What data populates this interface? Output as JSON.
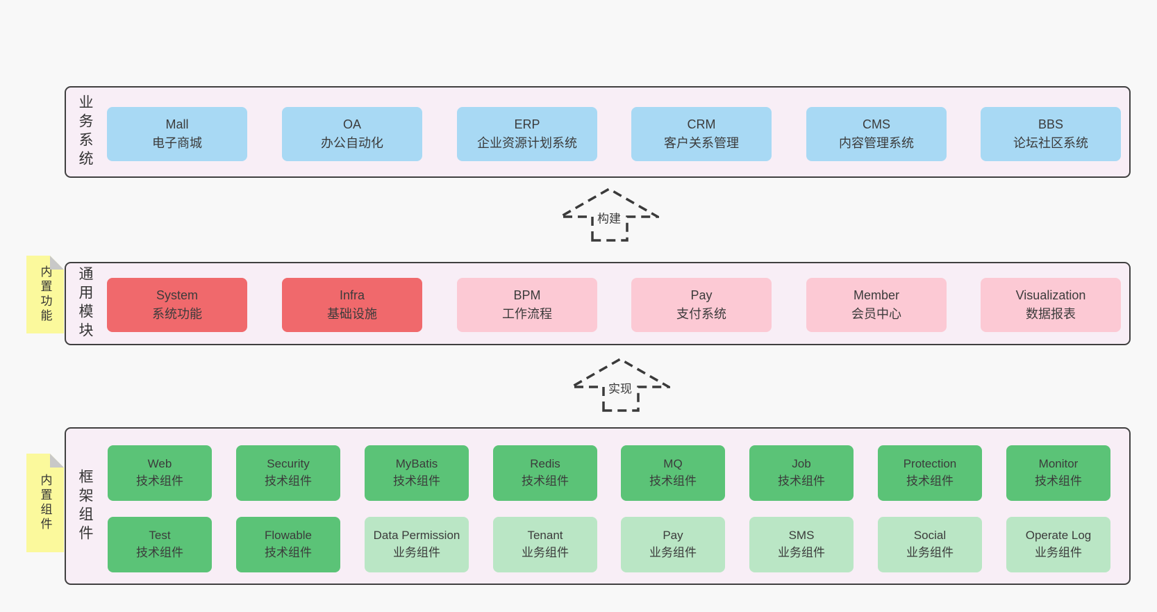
{
  "palette": {
    "page_bg": "#f8f8f8",
    "panel_bg": "#f8eef6",
    "panel_border": "#404040",
    "blue": "#a8d9f4",
    "red": "#f0696c",
    "pink": "#fcc9d4",
    "green": "#5bc377",
    "light_green": "#bae6c5",
    "note_yellow": "#fbf99c",
    "note_fold": "#c8c8c8",
    "text": "#3b3b3b"
  },
  "layers": {
    "business": {
      "label": "业务系统",
      "boxes": [
        {
          "title": "Mall",
          "subtitle": "电子商城"
        },
        {
          "title": "OA",
          "subtitle": "办公自动化"
        },
        {
          "title": "ERP",
          "subtitle": "企业资源计划系统"
        },
        {
          "title": "CRM",
          "subtitle": "客户关系管理"
        },
        {
          "title": "CMS",
          "subtitle": "内容管理系统"
        },
        {
          "title": "BBS",
          "subtitle": "论坛社区系统"
        }
      ]
    },
    "modules": {
      "label": "通用模块",
      "note": "内置功能",
      "boxes": [
        {
          "title": "System",
          "subtitle": "系统功能"
        },
        {
          "title": "Infra",
          "subtitle": "基础设施"
        },
        {
          "title": "BPM",
          "subtitle": "工作流程"
        },
        {
          "title": "Pay",
          "subtitle": "支付系统"
        },
        {
          "title": "Member",
          "subtitle": "会员中心"
        },
        {
          "title": "Visualization",
          "subtitle": "数据报表"
        }
      ]
    },
    "framework": {
      "label": "框架组件",
      "note": "内置组件",
      "rows": [
        [
          {
            "title": "Web",
            "subtitle": "技术组件"
          },
          {
            "title": "Security",
            "subtitle": "技术组件"
          },
          {
            "title": "MyBatis",
            "subtitle": "技术组件"
          },
          {
            "title": "Redis",
            "subtitle": "技术组件"
          },
          {
            "title": "MQ",
            "subtitle": "技术组件"
          },
          {
            "title": "Job",
            "subtitle": "技术组件"
          },
          {
            "title": "Protection",
            "subtitle": "技术组件"
          },
          {
            "title": "Monitor",
            "subtitle": "技术组件"
          }
        ],
        [
          {
            "title": "Test",
            "subtitle": "技术组件"
          },
          {
            "title": "Flowable",
            "subtitle": "技术组件"
          },
          {
            "title": "Data Permission",
            "subtitle": "业务组件"
          },
          {
            "title": "Tenant",
            "subtitle": "业务组件"
          },
          {
            "title": "Pay",
            "subtitle": "业务组件"
          },
          {
            "title": "SMS",
            "subtitle": "业务组件"
          },
          {
            "title": "Social",
            "subtitle": "业务组件"
          },
          {
            "title": "Operate Log",
            "subtitle": "业务组件"
          }
        ]
      ]
    }
  },
  "arrows": [
    {
      "label": "构建"
    },
    {
      "label": "实现"
    }
  ]
}
